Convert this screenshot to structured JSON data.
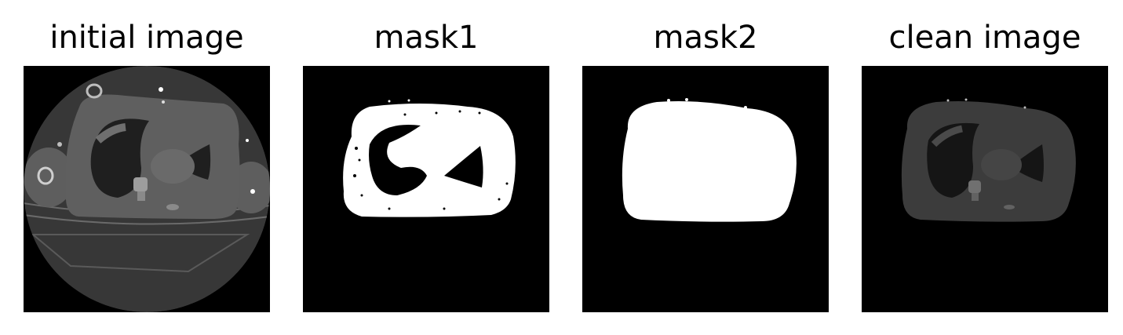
{
  "figure": {
    "panels": [
      {
        "title": "initial image",
        "icon": "ct-scan-icon"
      },
      {
        "title": "mask1",
        "icon": "binary-mask-icon"
      },
      {
        "title": "mask2",
        "icon": "filled-mask-icon"
      },
      {
        "title": "clean image",
        "icon": "masked-ct-icon"
      }
    ],
    "colors": {
      "background": "#ffffff",
      "image_background": "#000000",
      "mask_foreground": "#ffffff",
      "tissue_gray": "#5c5c5c",
      "clean_tissue_gray": "#3c3c3c"
    }
  }
}
